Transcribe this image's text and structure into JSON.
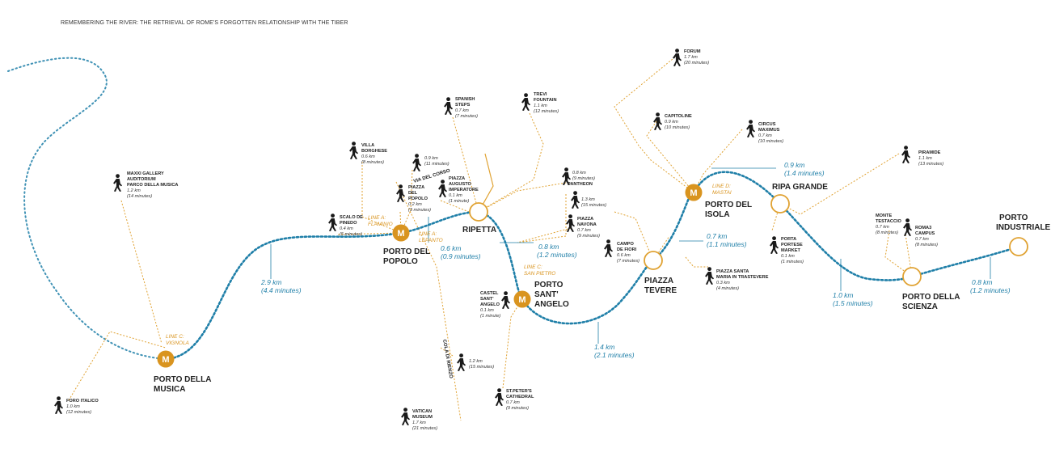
{
  "title": "REMEMBERING THE RIVER: THE RETRIEVAL OF ROME'S FORGOTTEN RELATIONSHIP WITH THE TIBER",
  "colors": {
    "river_route": "#1f7fa8",
    "walking_path": "#e0a232",
    "metro_badge": "#d9941f",
    "stop_ring": "#e0a232",
    "text": "#222222"
  },
  "stops": [
    {
      "id": "porto-della-musica",
      "lines": [
        "PORTO DELLA",
        "MUSICA"
      ],
      "metro": true,
      "metro_line": [
        "LINE C:",
        "VIGNOLA"
      ]
    },
    {
      "id": "porto-del-popolo",
      "lines": [
        "PORTO DEL",
        "POPOLO"
      ],
      "metro": true,
      "metro_line": [
        "LINE A:",
        "LEPANTO"
      ]
    },
    {
      "id": "ripetta",
      "lines": [
        "RIPETTA"
      ],
      "metro": false
    },
    {
      "id": "porto-sant-angelo",
      "lines": [
        "PORTO",
        "SANT'",
        "ANGELO"
      ],
      "metro": true,
      "metro_line": [
        "LINE C:",
        "SAN PIETRO"
      ]
    },
    {
      "id": "piazza-tevere",
      "lines": [
        "PIAZZA",
        "TEVERE"
      ],
      "metro": false
    },
    {
      "id": "porto-del-isola",
      "lines": [
        "PORTO DEL",
        "ISOLA"
      ],
      "metro": true,
      "metro_line": [
        "LINE D:",
        "MASTAI"
      ]
    },
    {
      "id": "ripa-grande",
      "lines": [
        "RIPA GRANDE"
      ],
      "metro": false
    },
    {
      "id": "porto-della-scienza",
      "lines": [
        "PORTO DELLA",
        "SCIENZA"
      ],
      "metro": false
    },
    {
      "id": "porto-industriale",
      "lines": [
        "PORTO",
        "INDUSTRIALE"
      ],
      "metro": false
    }
  ],
  "extra_metro_label": [
    "LINE A:",
    "FLAMINIO"
  ],
  "legs": [
    {
      "id": "musica-popolo",
      "distance": "2.9 km",
      "time": "(4.4 minutes)"
    },
    {
      "id": "popolo-ripetta",
      "distance": "0.6 km",
      "time": "(0.9 minutes)"
    },
    {
      "id": "ripetta-angelo",
      "distance": "0.8 km",
      "time": "(1.2 minutes)"
    },
    {
      "id": "angelo-tevere",
      "distance": "1.4 km",
      "time": "(2.1 minutes)"
    },
    {
      "id": "tevere-isola",
      "distance": "0.7 km",
      "time": "(1.1 minutes)"
    },
    {
      "id": "isola-ripa",
      "distance": "0.9 km",
      "time": "(1.4 minutes)"
    },
    {
      "id": "ripa-scienza",
      "distance": "1.0 km",
      "time": "(1.5 minutes)"
    },
    {
      "id": "scienza-industriale",
      "distance": "0.8 km",
      "time": "(1.2 minutes)"
    }
  ],
  "pois": [
    {
      "id": "maxxi",
      "name": [
        "MAXXI GALLERY",
        "AUDITORIUM",
        "PARCO DELLA MUSICA"
      ],
      "distance": "1.2 km",
      "time": "(14 minutes)"
    },
    {
      "id": "foro-italico",
      "name": [
        "FORO ITALICO"
      ],
      "distance": "1.0 km",
      "time": "(12 minutes)"
    },
    {
      "id": "scalo-de-pinedo",
      "name": [
        "SCALO DE",
        "PINEDO"
      ],
      "distance": "0.4 km",
      "time": "(5 minutes)"
    },
    {
      "id": "villa-borghese",
      "name": [
        "VILLA",
        "BORGHESE"
      ],
      "distance": "0.6 km",
      "time": "(8 minutes)"
    },
    {
      "id": "via-del-corso",
      "name": [],
      "distance": "0.9 km",
      "time": "(11 minutes)"
    },
    {
      "id": "piazza-del-popolo",
      "name": [
        "PIAZZA",
        "DEL",
        "POPOLO"
      ],
      "distance": "0.2 km",
      "time": "(3 minutes)"
    },
    {
      "id": "augusto",
      "name": [
        "PIAZZA",
        "AUGUSTO",
        "IMPERATORE"
      ],
      "distance": "0.1 km",
      "time": "(1 minute)"
    },
    {
      "id": "spanish-steps",
      "name": [
        "SPANISH",
        "STEPS"
      ],
      "distance": "0.7 km",
      "time": "(7 minutes)"
    },
    {
      "id": "trevi",
      "name": [
        "TREVI",
        "FOUNTAIN"
      ],
      "distance": "1.1 km",
      "time": "(12 minutes)"
    },
    {
      "id": "pantheon",
      "name": [
        "PANTHEON"
      ],
      "distance": "0.8 km",
      "time": "(9 minutes)"
    },
    {
      "id": "cola-di-rienzo",
      "name": [],
      "distance": "1.3 km",
      "time": "(15 minutes)"
    },
    {
      "id": "piazza-navona",
      "name": [
        "PIAZZA",
        "NAVONA"
      ],
      "distance": "0.7 km",
      "time": "(9 minutes)"
    },
    {
      "id": "campo-de-fiori",
      "name": [
        "CAMPO",
        "DE FIORI"
      ],
      "distance": "0.6 km",
      "time": "(7 minutes)"
    },
    {
      "id": "castel-sant-angelo",
      "name": [
        "CASTEL",
        "SANT'",
        "ANGELO"
      ],
      "distance": "0.1 km",
      "time": "(1 minute)"
    },
    {
      "id": "prati",
      "name": [],
      "distance": "1.2 km",
      "time": "(15 minutes)"
    },
    {
      "id": "st-peters",
      "name": [
        "ST.PETER'S",
        "CATHEDRAL"
      ],
      "distance": "0.7 km",
      "time": "(9 minutes)"
    },
    {
      "id": "vatican",
      "name": [
        "VATICAN",
        "MUSEUM"
      ],
      "distance": "1.7 km",
      "time": "(21 minutes)"
    },
    {
      "id": "forum",
      "name": [
        "FORUM"
      ],
      "distance": "1.7 km",
      "time": "(20 minutes)"
    },
    {
      "id": "capitoline",
      "name": [
        "CAPITOLINE"
      ],
      "distance": "0.9 km",
      "time": "(10 minutes)"
    },
    {
      "id": "circus-maximus",
      "name": [
        "CIRCUS",
        "MAXIMUS"
      ],
      "distance": "0.7 km",
      "time": "(10 minutes)"
    },
    {
      "id": "trastevere",
      "name": [
        "PIAZZA SANTA",
        "MARIA IN TRASTEVERE"
      ],
      "distance": "0.3 km",
      "time": "(4 minutes)"
    },
    {
      "id": "porta-portese",
      "name": [
        "PORTA",
        "PORTESE",
        "MARKET"
      ],
      "distance": "0.1 km",
      "time": "(1 minutes)"
    },
    {
      "id": "piramide",
      "name": [
        "PIRAMIDE"
      ],
      "distance": "1.1 km",
      "time": "(13 minutes)"
    },
    {
      "id": "monte-testaccio",
      "name": [
        "MONTE",
        "TESTACCIO"
      ],
      "distance": "0.7 km",
      "time": "(8 minutes)"
    },
    {
      "id": "roma3",
      "name": [
        "ROMA3",
        "CAMPUS"
      ],
      "distance": "0.7 km",
      "time": "(8 minutes)"
    }
  ],
  "streets": [
    {
      "id": "via-del-corso",
      "label": "VIA DEL CORSO"
    },
    {
      "id": "cola-di-rienzo",
      "label": "COLA DI RIENZO"
    }
  ],
  "icons": {
    "walker": "pedestrian-icon",
    "metro": "metro-icon"
  }
}
